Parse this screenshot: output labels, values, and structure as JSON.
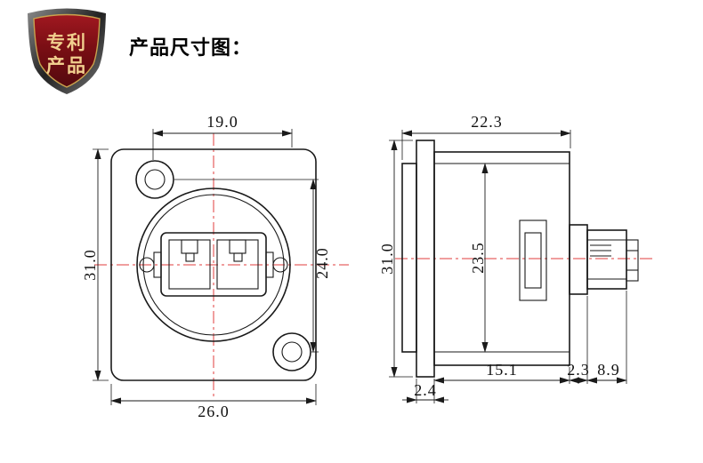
{
  "badge": {
    "line1": "专利",
    "line2": "产品"
  },
  "title": "产品尺寸图：",
  "front_view": {
    "dim_top": "19.0",
    "dim_left": "31.0",
    "dim_right": "24.0",
    "dim_bottom": "26.0"
  },
  "side_view": {
    "dim_top": "22.3",
    "dim_left": "31.0",
    "dim_inner": "23.5",
    "dim_flange": "2.4",
    "dim_body": "15.1",
    "dim_step": "2.3",
    "dim_plug": "8.9"
  },
  "colors": {
    "outline": "#1a1a1a",
    "centerline": "#e23c3c",
    "badge_red": "#7a0e14",
    "badge_gold": "#f1cf8e",
    "background": "#ffffff"
  }
}
